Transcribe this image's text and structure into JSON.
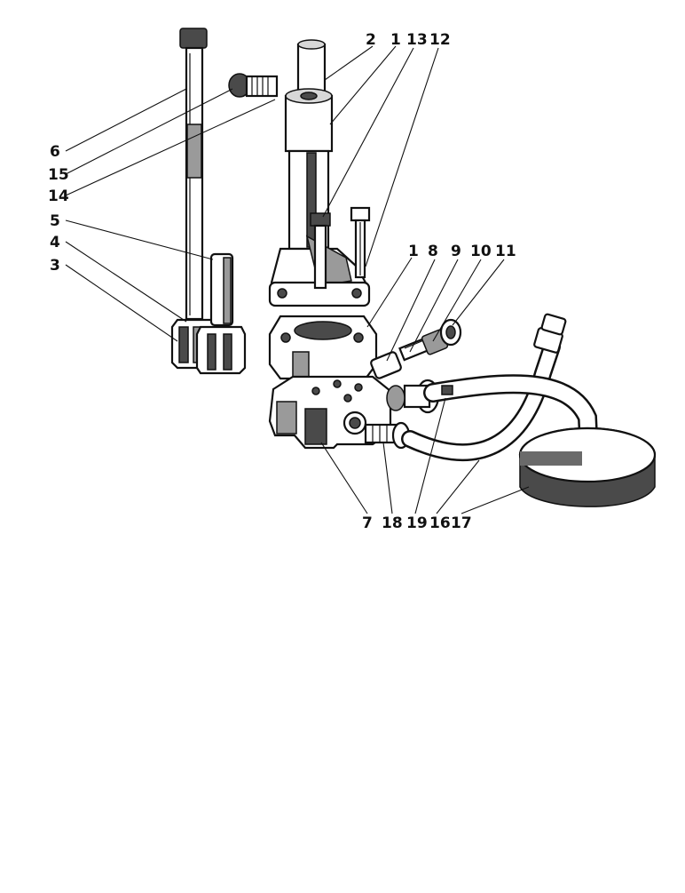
{
  "diagram": {
    "callouts": [
      {
        "id": "c2",
        "text": "2"
      },
      {
        "id": "c1a",
        "text": "1"
      },
      {
        "id": "c13",
        "text": "13"
      },
      {
        "id": "c12",
        "text": "12"
      },
      {
        "id": "c6",
        "text": "6"
      },
      {
        "id": "c15",
        "text": "15"
      },
      {
        "id": "c14",
        "text": "14"
      },
      {
        "id": "c5",
        "text": "5"
      },
      {
        "id": "c4",
        "text": "4"
      },
      {
        "id": "c3",
        "text": "3"
      },
      {
        "id": "c1b",
        "text": "1"
      },
      {
        "id": "c8",
        "text": "8"
      },
      {
        "id": "c9",
        "text": "9"
      },
      {
        "id": "c10",
        "text": "10"
      },
      {
        "id": "c11",
        "text": "11"
      },
      {
        "id": "c7",
        "text": "7"
      },
      {
        "id": "c18",
        "text": "18"
      },
      {
        "id": "c19",
        "text": "19"
      },
      {
        "id": "c16",
        "text": "16"
      },
      {
        "id": "c17",
        "text": "17"
      }
    ]
  }
}
